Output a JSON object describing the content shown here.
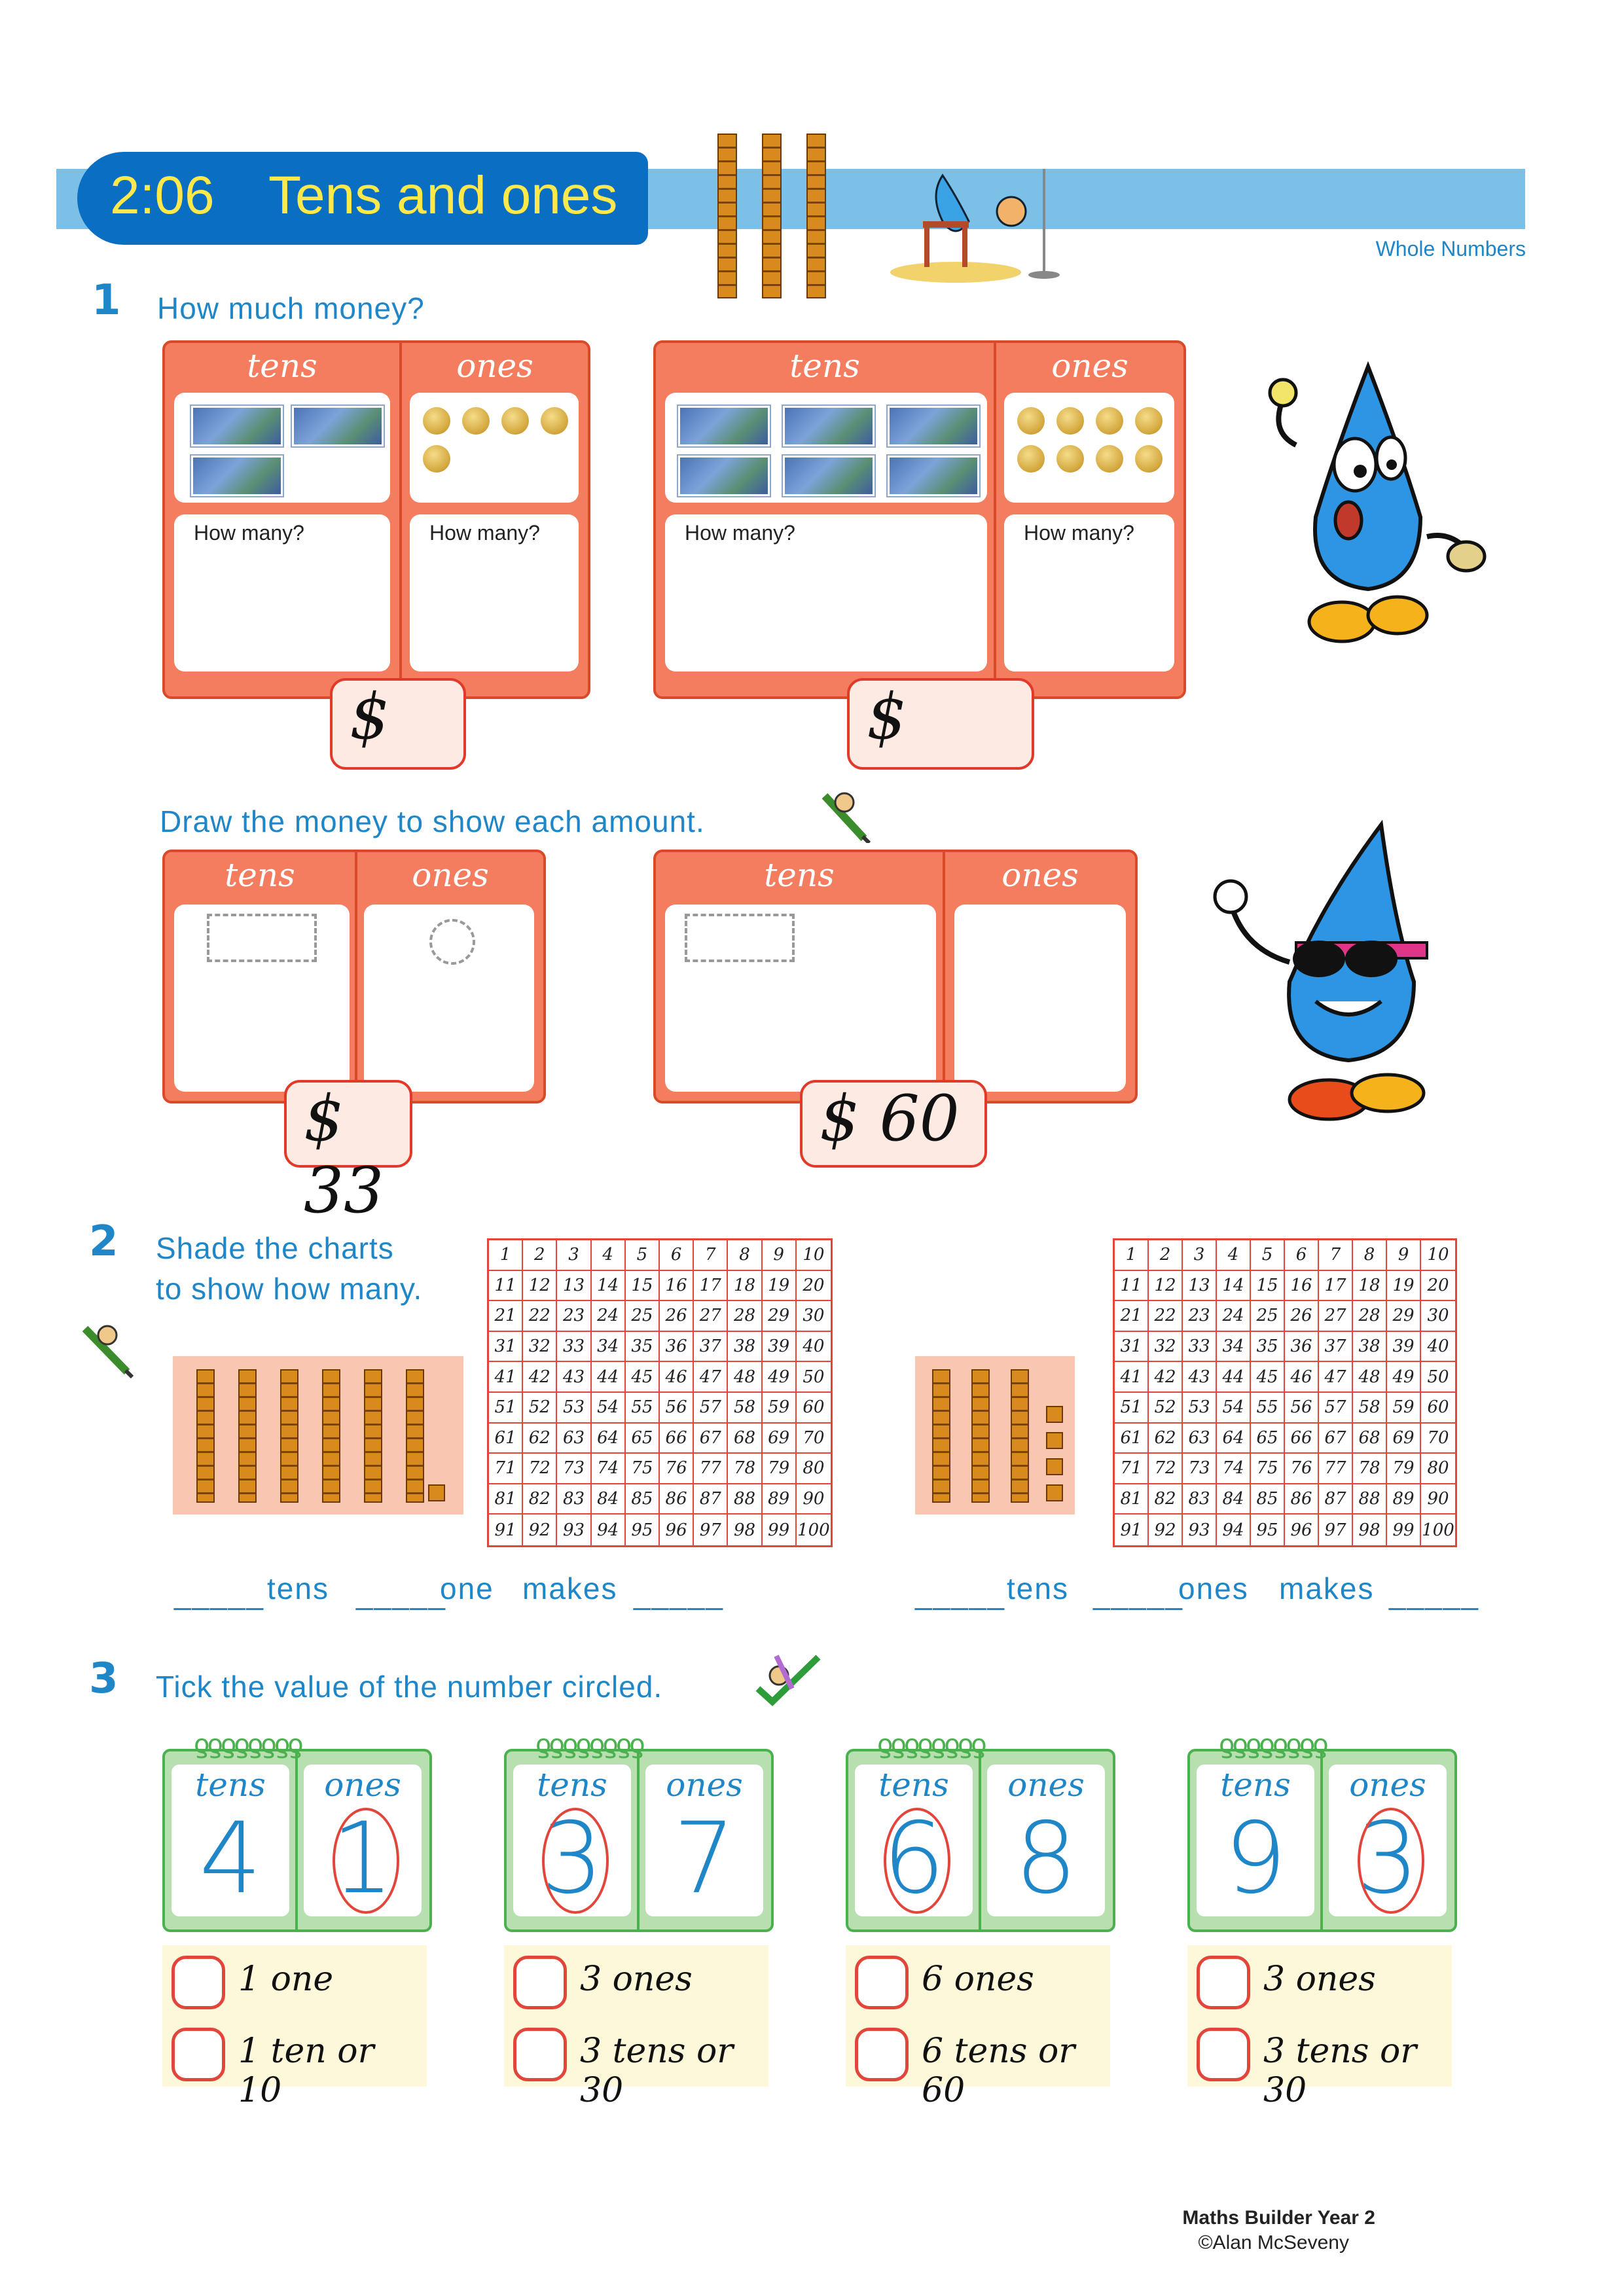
{
  "header": {
    "lesson_number": "2:06",
    "lesson_title": "Tens and ones",
    "strand": "Whole Numbers"
  },
  "q1": {
    "number": "1",
    "instruction": "How much money?",
    "tens_label": "tens",
    "ones_label": "ones",
    "how_many": "How many?",
    "dollar_sign": "$",
    "draw_instruction": "Draw the money to show each amount.",
    "amount_a": "$ 33",
    "amount_b": "$ 60"
  },
  "q2": {
    "number": "2",
    "instruction_line1": "Shade the charts",
    "instruction_line2": "to show how many.",
    "fill_a": {
      "blank1": "_____",
      "w1": "tens",
      "blank2": "_____",
      "w2": "one",
      "w3": "makes",
      "blank3": "_____"
    },
    "fill_b": {
      "blank1": "_____",
      "w1": "tens",
      "blank2": "_____",
      "w2": "ones",
      "w3": "makes",
      "blank3": "_____"
    }
  },
  "q3": {
    "number": "3",
    "instruction": "Tick the value of the number circled.",
    "coils": "ƍƍƍƍƍƍƍƍ",
    "boards": [
      {
        "tens": "4",
        "ones": "1",
        "circled": "ones",
        "opt1": "1 one",
        "opt2": "1 ten or 10"
      },
      {
        "tens": "3",
        "ones": "7",
        "circled": "tens",
        "opt1": "3 ones",
        "opt2": "3 tens or 30"
      },
      {
        "tens": "6",
        "ones": "8",
        "circled": "tens",
        "opt1": "6 ones",
        "opt2": "6 tens or 60"
      },
      {
        "tens": "9",
        "ones": "3",
        "circled": "ones",
        "opt1": "3 ones",
        "opt2": "3 tens or 30"
      }
    ]
  },
  "footer": {
    "book": "Maths Builder Year 2",
    "copyright": "©Alan McSeveny"
  },
  "colors": {
    "accent_blue": "#1f86c8",
    "header_band": "#7cbfe7",
    "pill": "#0a6fc2",
    "title_yellow": "#ffe94a",
    "board_orange": "#f47d5f",
    "red": "#e2453a",
    "green": "#4bb14f"
  },
  "icons": [
    "ten-rods-icon",
    "water-drop-mascot-icon",
    "pencil-worm-icon",
    "ten-dollar-note-icon",
    "one-dollar-coin-icon"
  ]
}
